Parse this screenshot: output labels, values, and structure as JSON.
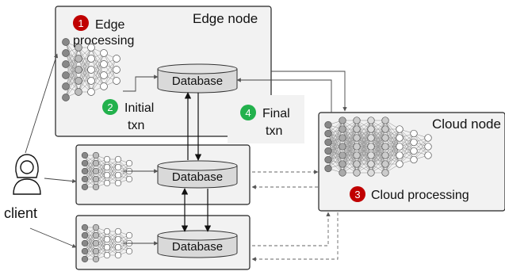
{
  "edge_node": {
    "title": "Edge node",
    "step1_number": "1",
    "step1_line1": "Edge",
    "step1_line2": "processing",
    "step2_number": "2",
    "step2_line1": "Initial",
    "step2_line2": "txn",
    "db_label": "Database"
  },
  "replica_nodes": [
    {
      "db_label": "Database"
    },
    {
      "db_label": "Database"
    }
  ],
  "cloud_node": {
    "title": "Cloud node",
    "step3_number": "3",
    "step3_label": "Cloud processing"
  },
  "final_txn": {
    "step4_number": "4",
    "line1": "Final",
    "line2": "txn"
  },
  "client": {
    "label": "client"
  },
  "colors": {
    "node_fill": "#f2f2f2",
    "db_fill": "#d9d9d9",
    "red_badge": "#c00000",
    "green_badge": "#22b14c",
    "network_gray": "#7f7f7f"
  }
}
